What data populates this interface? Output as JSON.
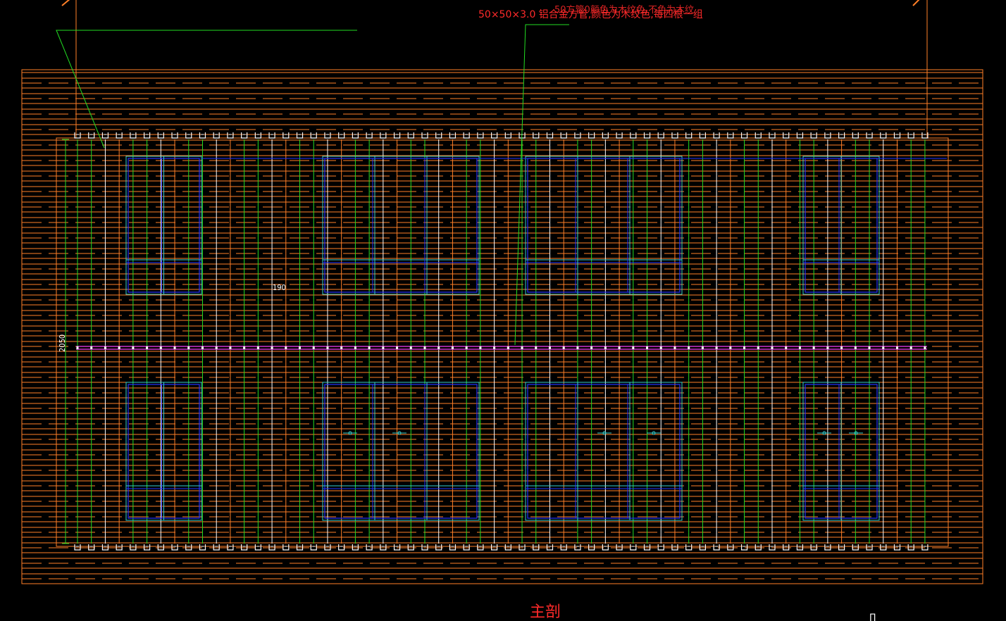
{
  "drawing": {
    "annotation_main": "50×50×3.0 铝合金方管,颜色为木纹色,每四根一组",
    "annotation_overlap": "50方管0颜色为木纹色,不色为木纹",
    "view_title": "主剖",
    "dim_spacing": "190",
    "dim_height": "2050",
    "corner_mark": "Π"
  },
  "colors": {
    "background": "#000000",
    "orange": "#ff7f27",
    "green": "#22dd22",
    "white": "#ffffff",
    "blue": "#2233ff",
    "cyan": "#33cccc",
    "magenta": "#cc33cc",
    "red_text": "#ff2a2a"
  }
}
